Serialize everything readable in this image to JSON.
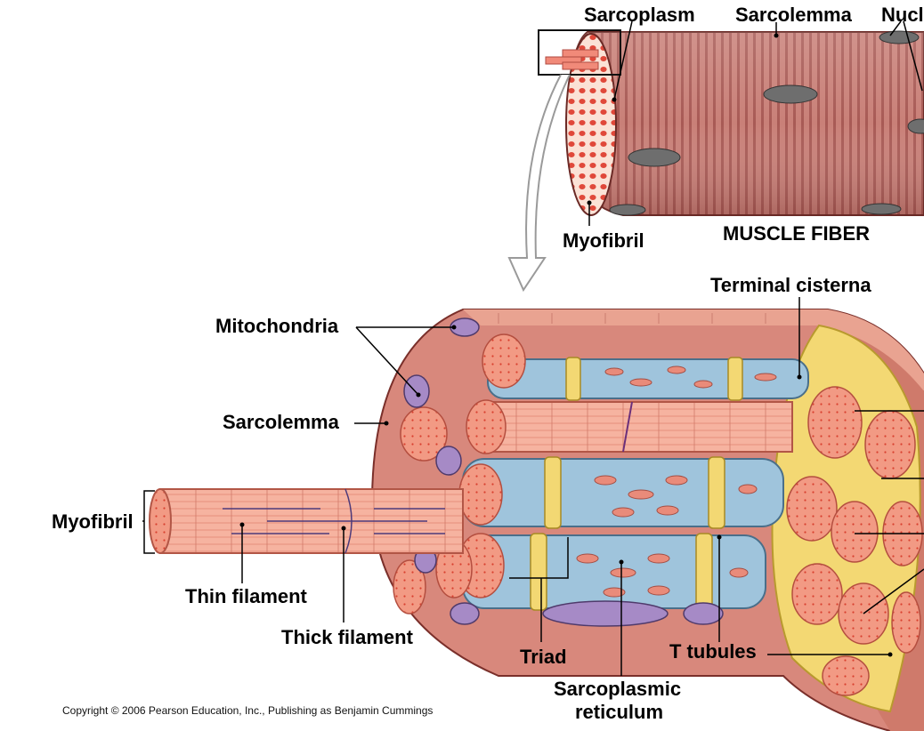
{
  "labels": {
    "sarcoplasm": "Sarcoplasm",
    "sarcolemma_top": "Sarcolemma",
    "nucleus_partial": "Nucl",
    "myofibril_top": "Myofibril",
    "muscle_fiber": "MUSCLE FIBER",
    "terminal_cisterna": "Terminal cisterna",
    "mitochondria": "Mitochondria",
    "sarcolemma_bottom": "Sarcolemma",
    "myofibril_left": "Myofibril",
    "thin_filament": "Thin filament",
    "thick_filament": "Thick filament",
    "triad": "Triad",
    "sarcoplasmic_line1": "Sarcoplasmic",
    "sarcoplasmic_line2": "reticulum",
    "t_tubules": "T tubules"
  },
  "copyright": "Copyright © 2006 Pearson Education, Inc., Publishing as Benjamin Cummings",
  "colors": {
    "fiber": "#c97a72",
    "fiber_dark": "#9c4f4a",
    "myofibril_dot": "#e04a3c",
    "sr_blue": "#9fc4dc",
    "t_tubule_yellow": "#f2d65a",
    "mitochondria_purple": "#a68ac6",
    "nucleus_gray": "#6e6e6e"
  }
}
